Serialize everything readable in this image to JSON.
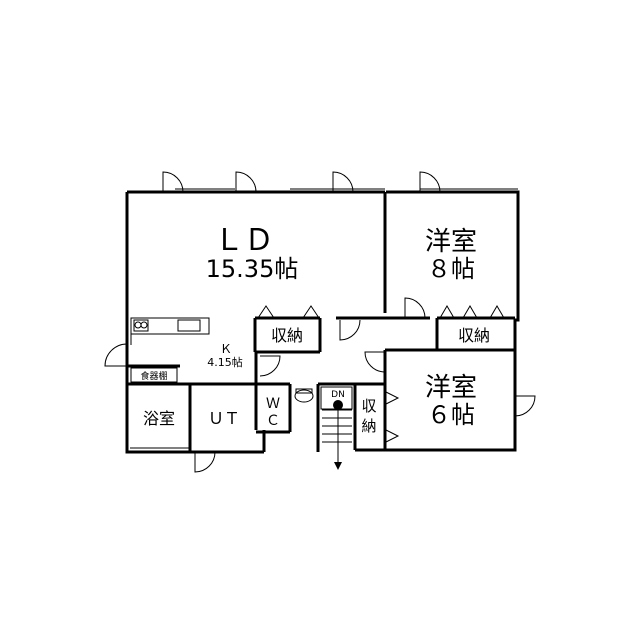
{
  "rooms": {
    "ld_label": "ＬＤ",
    "ld_size": "15.35帖",
    "k_label": "Ｋ",
    "k_size": "4.15帖",
    "western1_label": "洋室",
    "western1_size": "８帖",
    "western2_label": "洋室",
    "western2_size": "６帖",
    "storage": "収納",
    "bath": "浴室",
    "ut": "ＵＴ",
    "wc_w": "Ｗ",
    "wc_c": "Ｃ",
    "dish_cabinet": "食器棚",
    "stair_dn": "DN"
  },
  "colors": {
    "line": "#000000",
    "background": "#ffffff"
  }
}
